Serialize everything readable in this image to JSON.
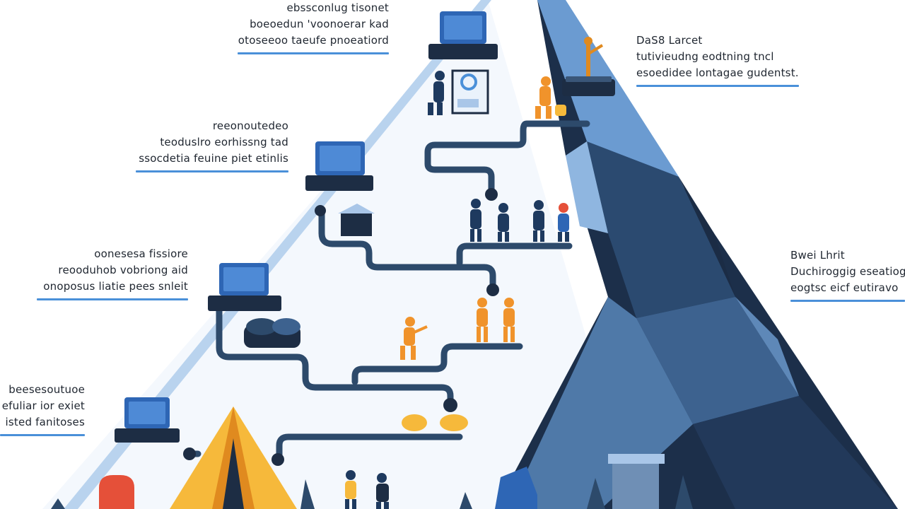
{
  "colors": {
    "background": "#ffffff",
    "accent_blue": "#4a90d9",
    "navy": "#1e3a5f",
    "path": "#2d4a6b",
    "orange": "#f0932b",
    "yellow": "#f6b93b",
    "mountain_light": "#5a7fa8",
    "mountain_dark": "#1c2f4a",
    "tent_red": "#e55039"
  },
  "icons": [
    "laptop-icon",
    "person-icon",
    "mountain-icon",
    "tent-icon",
    "flag-icon",
    "backpack-icon"
  ],
  "labels": {
    "left_1": {
      "lines": [
        "ebssconlug tisonet",
        "boeoedun 'voonoerar kad",
        "otoseeoo taeufe pnoeatiord"
      ]
    },
    "left_2": {
      "lines": [
        "reeonoutedeo",
        "teoduslro eorhissng tad",
        "ssocdetia feuine piet etinlis"
      ]
    },
    "left_3": {
      "lines": [
        "oonesesa fissiore",
        "reooduhob vobriong aid",
        "onoposus liatie pees snleit"
      ]
    },
    "left_4": {
      "lines": [
        "beesesoutuoe",
        "efuliar ior exiet",
        "isted fanitoses"
      ]
    },
    "right_1": {
      "lines": [
        "DaS8 Larcet",
        "tutivieudng eodtning tncl",
        "esoedidee lontagae gudentst."
      ]
    },
    "right_2": {
      "lines": [
        "Bwei Lhrit",
        "Duchiroggig eseatiog",
        "eogtsc eicf eutiravo"
      ]
    }
  }
}
